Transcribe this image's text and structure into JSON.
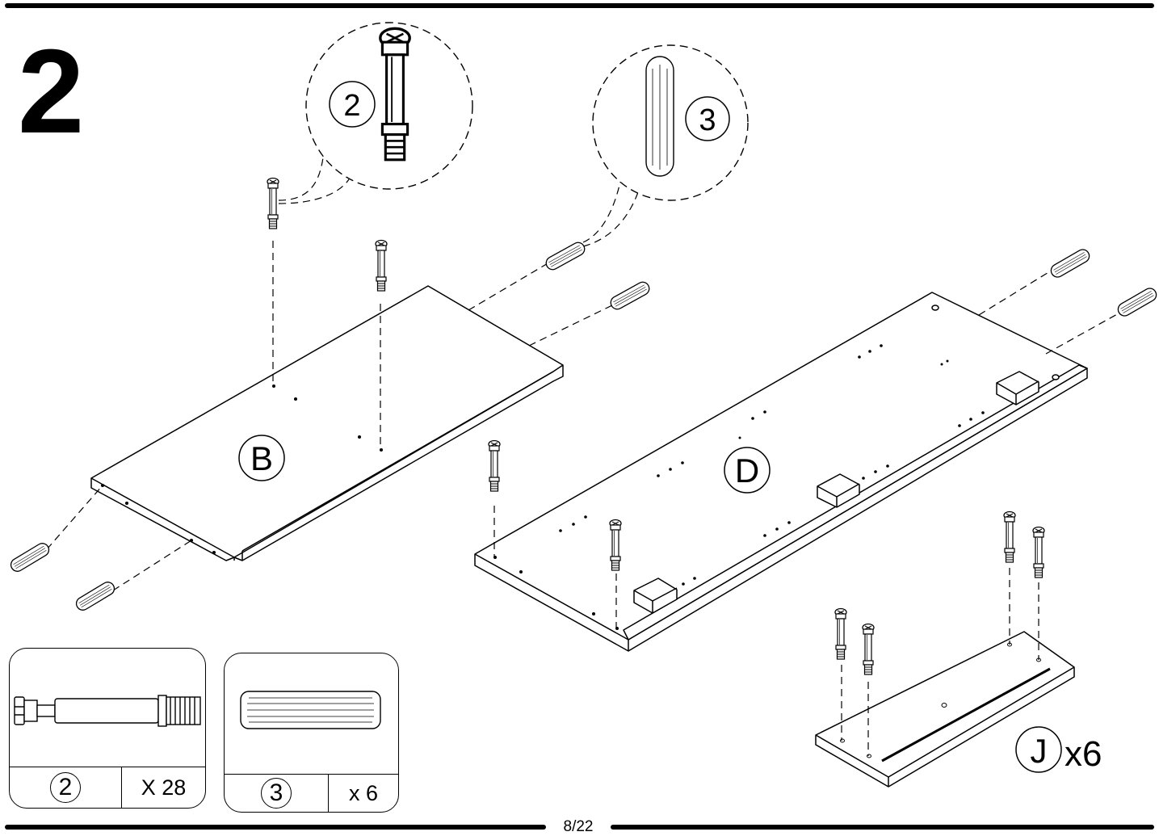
{
  "step": "2",
  "callouts": {
    "screw_id": "2",
    "dowel_id": "3"
  },
  "panel_labels": {
    "b": "B",
    "d": "D",
    "j": "J",
    "j_qty": "x6"
  },
  "parts": [
    {
      "id": "2",
      "qty": "X 28",
      "icon": "cam-screw-icon"
    },
    {
      "id": "3",
      "qty": "x 6",
      "icon": "wooden-dowel-icon"
    }
  ],
  "page_number": "8/22"
}
